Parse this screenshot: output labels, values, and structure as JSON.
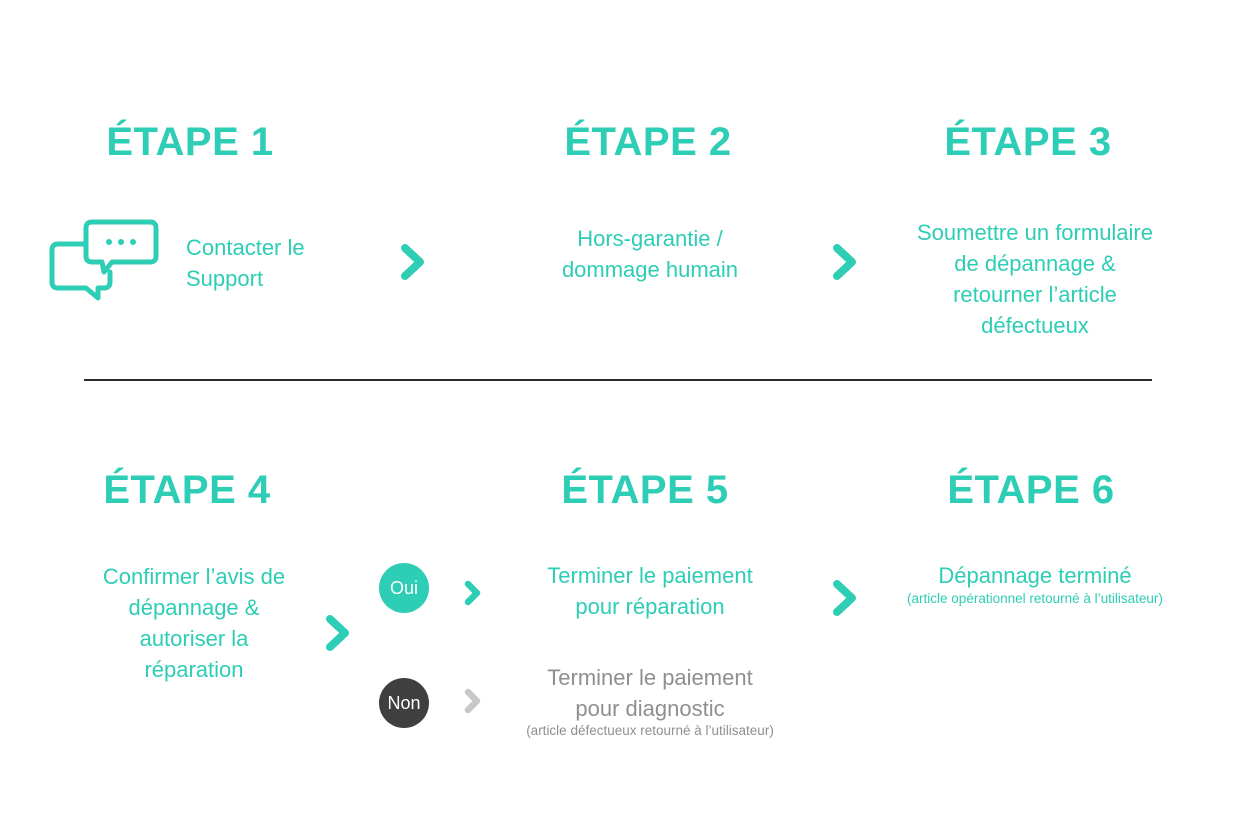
{
  "colors": {
    "accent": "#2ecdb5",
    "muted": "#8f8f8f",
    "dark_badge": "#3f3f3f",
    "inactive_chevron": "#c8c8c8",
    "divider": "#2b2b2b"
  },
  "steps": [
    {
      "title": "ÉTAPE 1",
      "lines": [
        "Contacter le",
        "Support"
      ],
      "icon": "chat-bubbles-icon"
    },
    {
      "title": "ÉTAPE 2",
      "lines": [
        "Hors-garantie /",
        "dommage humain"
      ]
    },
    {
      "title": "ÉTAPE 3",
      "lines": [
        "Soumettre un formulaire",
        "de dépannage &",
        "retourner l’article",
        "défectueux"
      ]
    },
    {
      "title": "ÉTAPE 4",
      "lines": [
        "Confirmer l’avis de",
        "dépannage &",
        "autoriser la",
        "réparation"
      ]
    },
    {
      "title": "ÉTAPE 5",
      "yes": {
        "badge": "Oui",
        "lines": [
          "Terminer le paiement",
          "pour réparation"
        ]
      },
      "no": {
        "badge": "Non",
        "lines": [
          "Terminer le paiement",
          "pour diagnostic"
        ],
        "note": "(article défectueux retourné à l’utilisateur)"
      }
    },
    {
      "title": "ÉTAPE 6",
      "lines": [
        "Dépannage terminé"
      ],
      "note": "(article opérationnel retourné à l’utilisateur)"
    }
  ],
  "icons": {
    "chevron": "chevron-right-icon",
    "chat": "chat-bubbles-icon"
  }
}
